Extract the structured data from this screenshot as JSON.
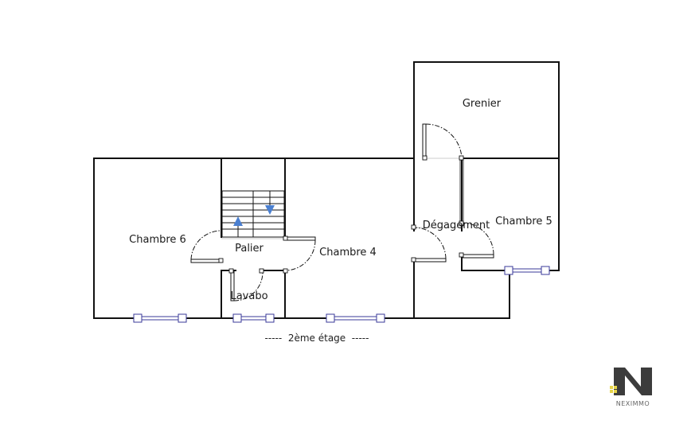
{
  "rooms": {
    "grenier": "Grenier",
    "chambre6": "Chambre 6",
    "palier": "Palier",
    "chambre4": "Chambre 4",
    "degagement": "Dégagement",
    "chambre5": "Chambre 5",
    "lavabo": "Lavabo"
  },
  "floor_label": "-----  2ème étage  -----",
  "logo": {
    "text": "NEXIMMO",
    "dark_color": "#3c3c3c",
    "accent_color": "#e7d44a"
  },
  "colors": {
    "wall": "#111111",
    "window": "#3a3a9a",
    "stair_arrow": "#4a7fd0"
  }
}
